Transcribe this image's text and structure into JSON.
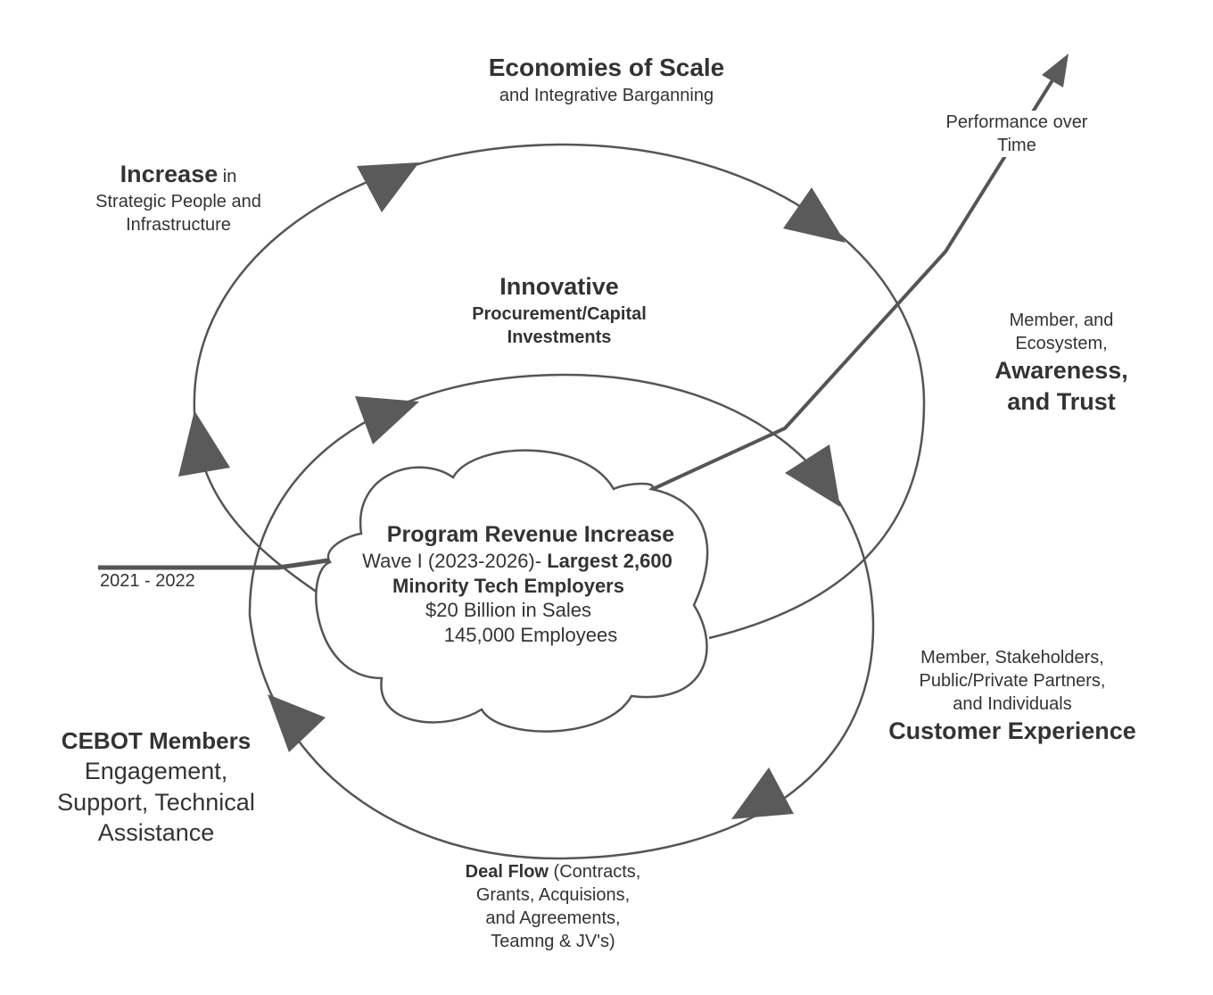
{
  "colors": {
    "stroke": "#555555",
    "arrow_fill": "#5a5a5a",
    "text": "#333333",
    "background": "#ffffff"
  },
  "labels": {
    "economies": {
      "title": "Economies of Scale",
      "subtitle": "and Integrative Barganning"
    },
    "increase": {
      "bold": "Increase",
      "rest": " in",
      "line2": "Strategic People and",
      "line3": "Infrastructure"
    },
    "performance": {
      "line1": "Performance over",
      "line2": "Time"
    },
    "innovative": {
      "title": "Innovative",
      "line2": "Procurement/Capital",
      "line3": "Investments"
    },
    "awareness": {
      "line1": "Member, and",
      "line2": "Ecosystem,",
      "line3": "Awareness,",
      "line4": "and Trust"
    },
    "cloud": {
      "title": "Program Revenue Increase",
      "wave_regular": "Wave I  (2023-2026)- ",
      "wave_bold": "Largest  2,600",
      "line3": "Minority Tech Employers",
      "line4": "$20 Billion in Sales",
      "line5": "145,000 Employees"
    },
    "years": "2021 - 2022",
    "customer": {
      "line1": "Member, Stakeholders,",
      "line2": "Public/Private Partners,",
      "line3": "and Individuals",
      "title": "Customer Experience"
    },
    "cebot": {
      "title": "CEBOT Members",
      "line2": "Engagement,",
      "line3": "Support, Technical",
      "line4": "Assistance"
    },
    "dealflow": {
      "bold": "Deal Flow",
      "rest": " (Contracts,",
      "line2": "Grants, Acquisions,",
      "line3": "and Agreements,",
      "line4": "Teamng & JV's)"
    }
  }
}
